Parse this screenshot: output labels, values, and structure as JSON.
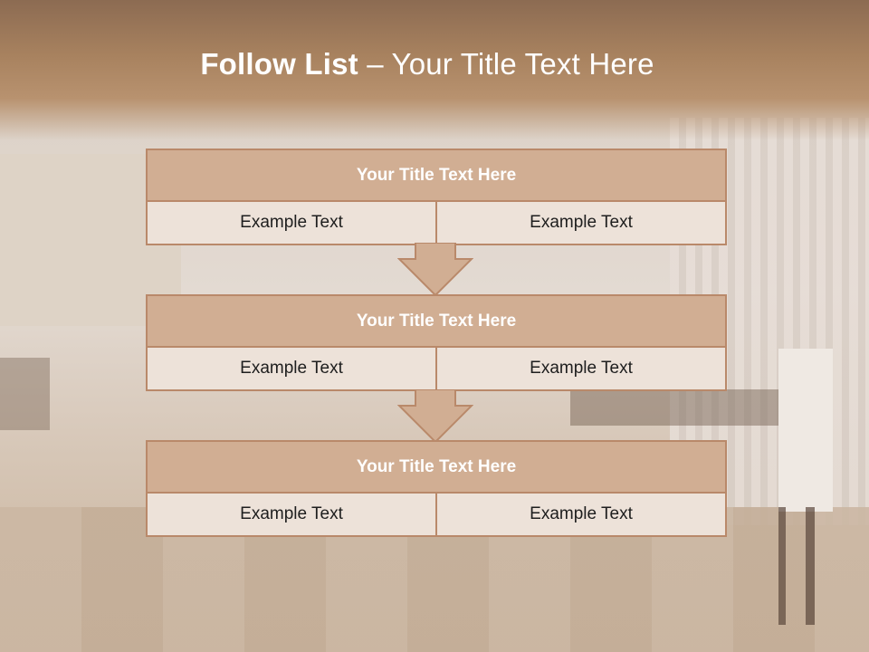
{
  "slide": {
    "title_bold": "Follow List",
    "title_rest": " – Your Title Text Here"
  },
  "blocks": [
    {
      "title": "Your Title Text Here",
      "cells": [
        "Example Text",
        "Example Text"
      ]
    },
    {
      "title": "Your Title Text Here",
      "cells": [
        "Example Text",
        "Example Text"
      ]
    },
    {
      "title": "Your Title Text Here",
      "cells": [
        "Example Text",
        "Example Text"
      ]
    }
  ],
  "colors": {
    "header_fill": "#d1ae93",
    "border": "#b9896a",
    "cell_fill": "#ede2d9",
    "arrow_fill": "#d1ae93"
  },
  "icons": [
    "down-arrow-icon"
  ]
}
